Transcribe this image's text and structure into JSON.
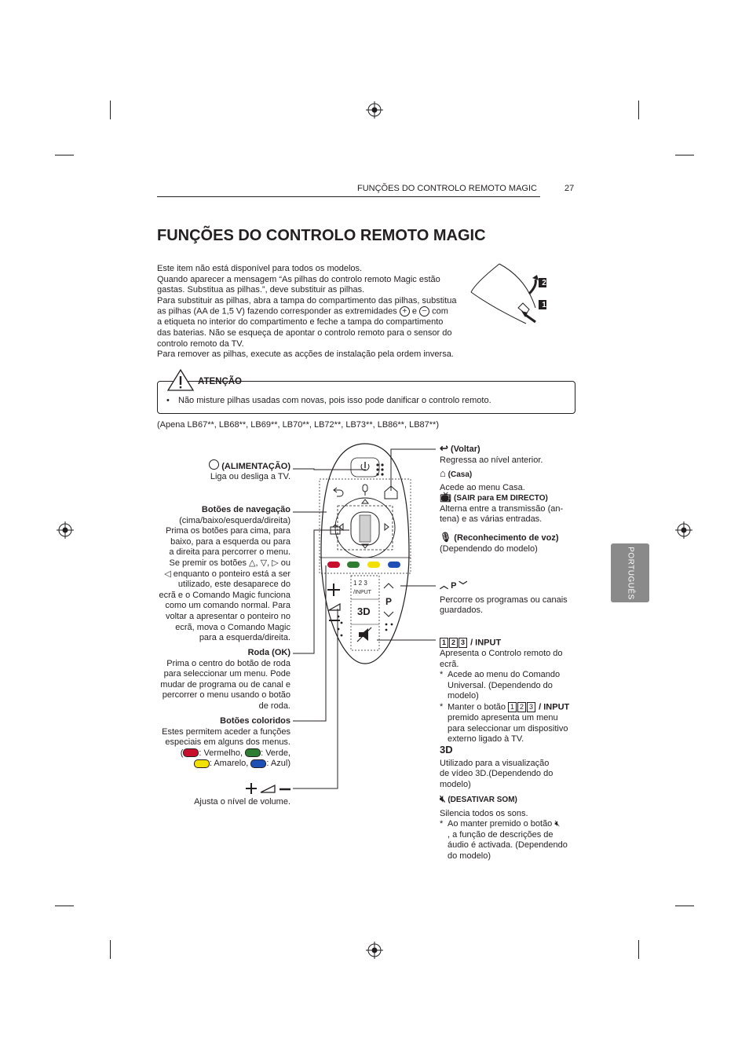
{
  "header": {
    "running_title": "FUNÇÕES DO CONTROLO REMOTO MAGIC",
    "page_number": "27"
  },
  "main": {
    "title": "FUNÇÕES DO CONTROLO REMOTO MAGIC",
    "intro": [
      "Este item não está disponível para todos os modelos.",
      "Quando aparecer a mensagem “As pilhas do controlo remoto Magic estão",
      "gastas. Substitua as pilhas.”, deve substituir as pilhas.",
      "Para substituir as pilhas, abra a tampa do compartimento das pilhas, substitua",
      "as pilhas (AA de 1,5 V) fazendo corresponder as extremidades",
      "e",
      "com",
      "a etiqueta no interior do compartimento e feche a tampa do compartimento",
      "das baterias. Não se esqueça de apontar o controlo remoto para o sensor do",
      "controlo remoto da TV.",
      "Para remover as pilhas, execute as acções de instalação pela ordem inversa."
    ],
    "battery_steps": [
      "2",
      "1"
    ],
    "caution": {
      "title": "ATENÇÃO",
      "bullet": "•",
      "text": "Não misture pilhas usadas com novas, pois isso pode danificar o controlo remoto."
    },
    "models": "(Apena LB67**, LB68**, LB69**, LB70**, LB72**, LB73**, LB86**, LB87**)"
  },
  "left_labels": {
    "power": {
      "title": "(ALIMENTAÇÃO)",
      "desc": "Liga ou desliga a TV."
    },
    "nav": {
      "title": "Botões de navegação",
      "lines": [
        "(cima/baixo/esquerda/direita)",
        "Prima os botões para cima, para",
        "baixo, para a esquerda ou para",
        "a direita para percorrer o menu.",
        "Se premir os botões",
        "ou",
        "enquanto o ponteiro está a ser",
        "utilizado, este desaparece do",
        "ecrã e o Comando Magic funciona",
        "como um comando normal. Para",
        "voltar a apresentar o ponteiro no",
        "ecrã, mova o Comando Magic",
        "para a esquerda/direita."
      ]
    },
    "wheel": {
      "title": "Roda (OK)",
      "lines": [
        "Prima o centro do botão de roda",
        "para seleccionar um menu. Pode",
        "mudar de programa ou de canal e",
        "percorrer o menu usando o botão",
        "de roda."
      ]
    },
    "colors": {
      "title": "Botões coloridos",
      "lines": [
        "Estes permitem aceder a funções",
        "especiais em alguns dos menus."
      ],
      "red": ": Vermelho,",
      "green": ": Verde,",
      "yellow": ": Amarelo,",
      "blue": ": Azul)"
    },
    "volume": {
      "desc": "Ajusta o nível de volume."
    }
  },
  "right_labels": {
    "back": {
      "title": "(Voltar)",
      "desc": "Regressa ao nível anterior."
    },
    "home": {
      "title": "(Casa)",
      "desc": "Acede ao menu Casa."
    },
    "live": {
      "title": "(SAIR para EM DIRECTO)",
      "lines": [
        "Alterna entre a transmissão (an-",
        "tena) e as várias entradas."
      ]
    },
    "voice": {
      "title": "(Reconhecimento de voz)",
      "desc": "(Dependendo do modelo)"
    },
    "prog": {
      "letter": "P",
      "lines": [
        "Percorre os programas ou canais",
        "guardados."
      ]
    },
    "input": {
      "digits": [
        "1",
        "2",
        "3"
      ],
      "title": "/ INPUT",
      "lines": [
        "Apresenta o Controlo remoto do",
        "ecrã."
      ],
      "b1_star": "*",
      "b1": [
        "Acede ao menu do Comando",
        "Universal. (Dependendo do",
        "modelo)"
      ],
      "b2_star": "*",
      "b2_pre": "Manter o botão",
      "b2_post": "/ INPUT",
      "b2": [
        "premido apresenta um menu",
        "para seleccionar um dispositivo",
        "externo ligado à TV."
      ]
    },
    "three_d": {
      "icon": "3D",
      "lines": [
        "Utilizado para a visualização",
        "de vídeo 3D.(Dependendo do",
        "modelo)"
      ]
    },
    "mute": {
      "title": "(DESATIVAR SOM)",
      "desc": "Silencia todos os sons.",
      "star": "*",
      "pre": "Ao manter premido o botão",
      "lines": [
        ", a função de descrições de",
        "áudio é activada. (Dependendo",
        "do modelo)"
      ]
    }
  },
  "remote": {
    "input_label": "/INPUT",
    "three_d": "3D",
    "p_label": "P"
  },
  "side_tab": {
    "label": "PORTUGUÊS"
  },
  "colors": {
    "red": "#c8102e",
    "green": "#2e7d32",
    "yellow": "#f2e000",
    "blue": "#1e4fb5",
    "tab": "#8a8a8a"
  }
}
